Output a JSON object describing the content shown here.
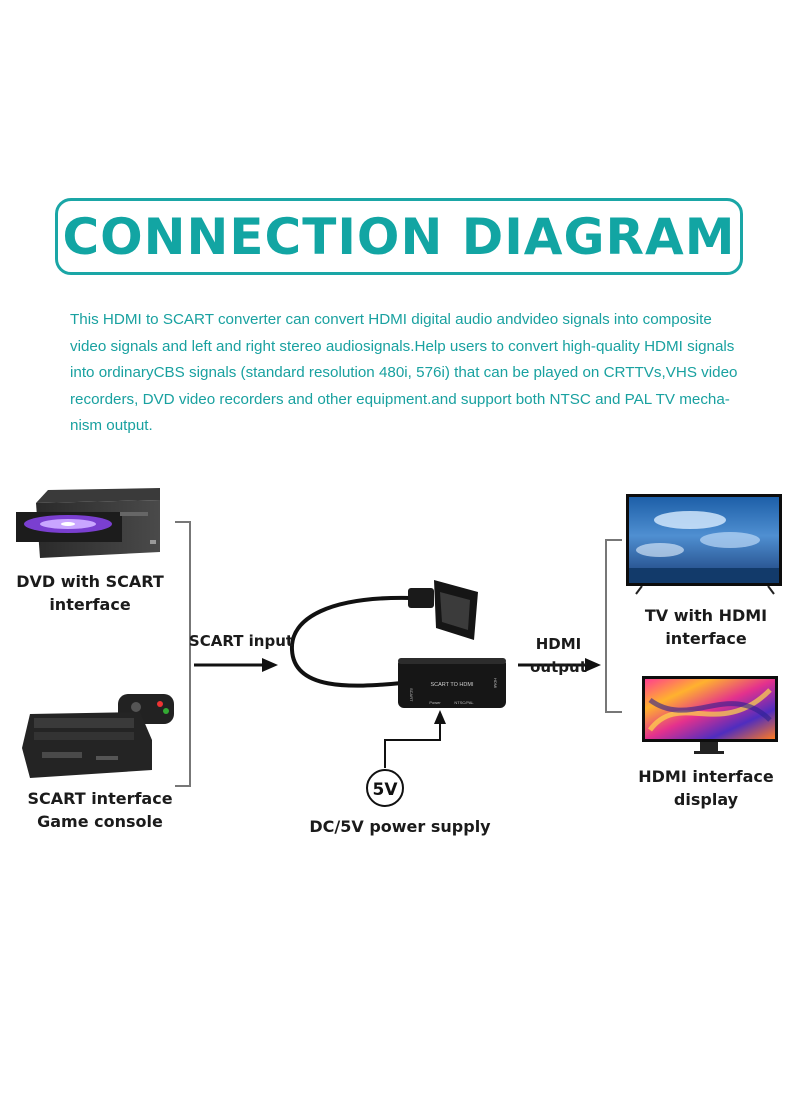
{
  "title": "CONNECTION DIAGRAM",
  "description_lines": [
    "This HDMI to SCART converter can convert HDMI digital audio andvideo signals into composite",
    "video signals and left and right stereo audiosignals.Help users to convert high-quality HDMI signals",
    "into ordinaryCBS signals (standard resolution 480i, 576i) that can be played on CRTTVs,VHS video",
    "recorders, DVD video recorders and other equipment.and support both NTSC and PAL TV mecha-",
    "nism output."
  ],
  "inputs": {
    "dvd_line1": "DVD with SCART",
    "dvd_line2": "interface",
    "console_line1": "SCART interface",
    "console_line2": "Game console",
    "scart_input": "SCART input"
  },
  "converter": {
    "box_label": "SCART TO HDMI",
    "power_marking": "Power",
    "switch_marking": "NTSC/PAL",
    "left_port_marking": "SCART",
    "right_port_marking": "HDMI",
    "power_badge": "5V",
    "power_caption": "DC/5V power supply"
  },
  "outputs": {
    "hdmi_output": "HDMI output",
    "tv_line1": "TV with HDMI",
    "tv_line2": "interface",
    "display_line1": "HDMI interface",
    "display_line2": "display"
  },
  "colors": {
    "accent": "#12a5a3",
    "text": "#1b1b1b"
  }
}
